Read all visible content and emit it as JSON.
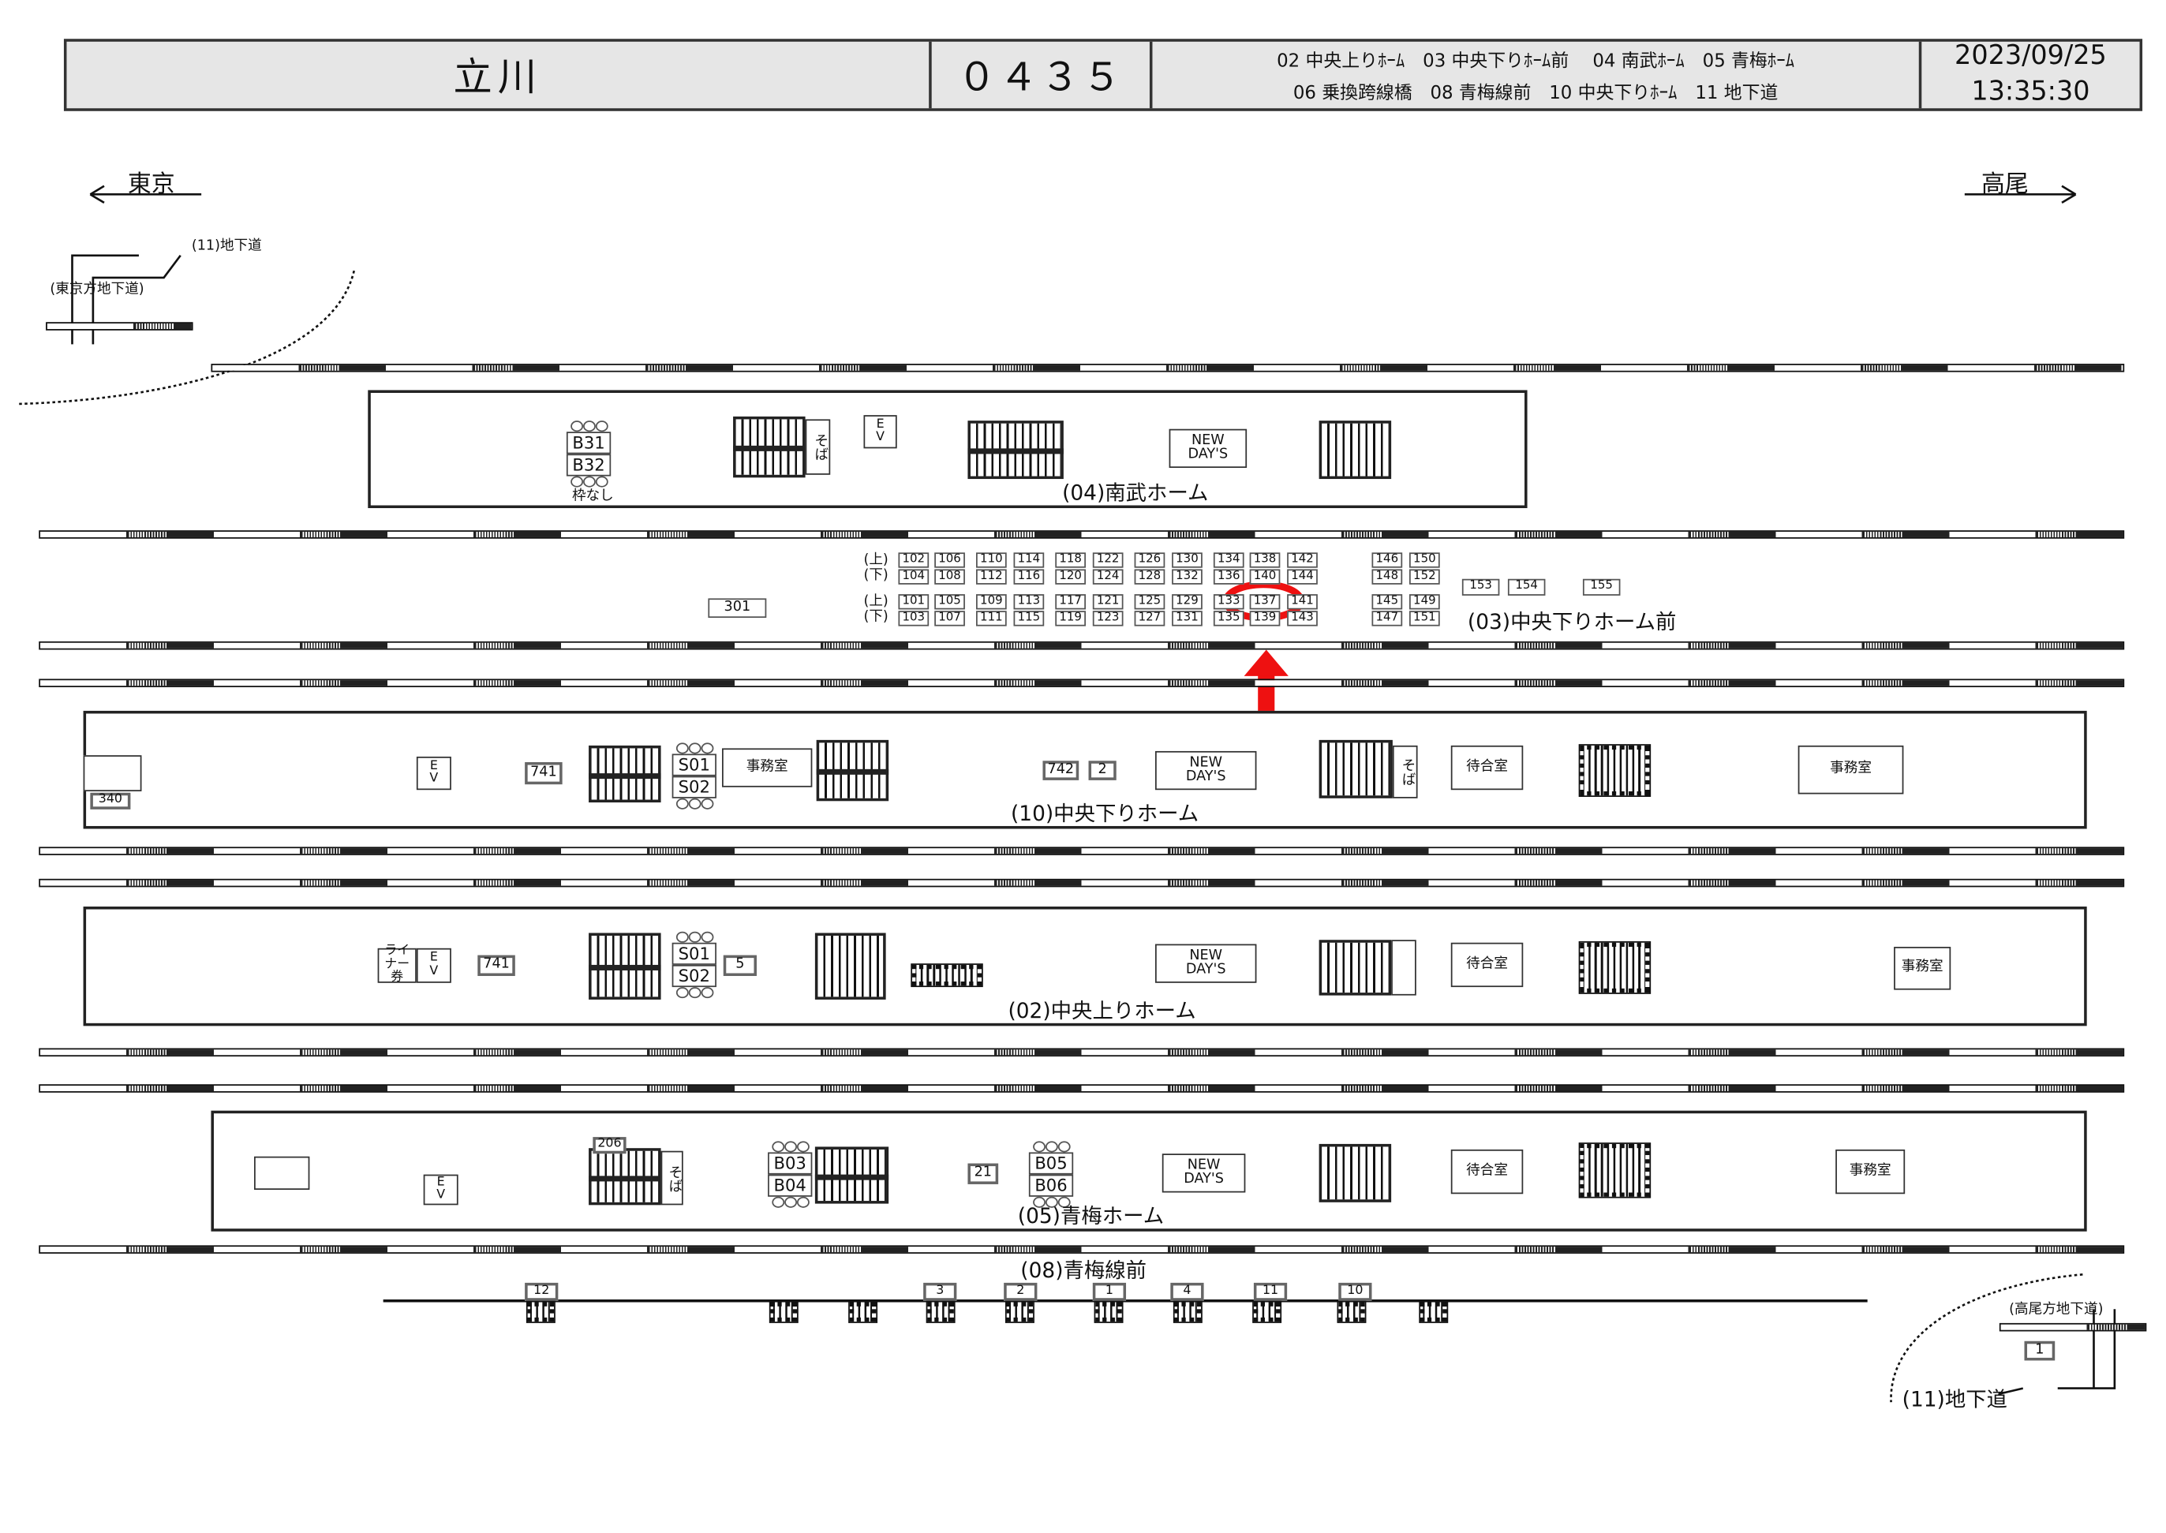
{
  "header": {
    "station": "立川",
    "code": "０４３５",
    "legend_line1": "02 中央上りﾎｰﾑ　03 中央下りﾎｰﾑ前　 04 南武ﾎｰﾑ　05 青梅ﾎｰﾑ",
    "legend_line2": "06 乗換跨線橋　08 青梅線前　10 中央下りﾎｰﾑ　11 地下道",
    "date": "2023/09/25",
    "time": "13:35:30"
  },
  "directions": {
    "left": "東京",
    "right": "高尾"
  },
  "underpass": {
    "tokyo_label": "(11)地下道",
    "tokyo_side": "(東京方地下道)",
    "takao_side": "(高尾方地下道)",
    "takao_label": "(11)地下道",
    "takao_box": "1"
  },
  "platforms": {
    "nambu": {
      "label": "(04)南武ホーム",
      "pillar_top": "B31",
      "pillar_bottom": "B32",
      "no_frame": "枠なし",
      "soba": "そば",
      "ev": "E V",
      "newdays": "NEW DAY'S"
    },
    "chuo_down_front": {
      "label": "(03)中央下りホーム前",
      "up_mark": "(上)",
      "down_mark": "(下)",
      "extra": [
        "153",
        "154",
        "155"
      ],
      "panel_301": "301",
      "rows": [
        [
          "102",
          "106",
          "110",
          "114",
          "118",
          "122",
          "126",
          "130",
          "134",
          "138",
          "142",
          "146",
          "150"
        ],
        [
          "104",
          "108",
          "112",
          "116",
          "120",
          "124",
          "128",
          "132",
          "136",
          "140",
          "144",
          "148",
          "152"
        ],
        [
          "101",
          "105",
          "109",
          "113",
          "117",
          "121",
          "125",
          "129",
          "133",
          "137",
          "141",
          "145",
          "149"
        ],
        [
          "103",
          "107",
          "111",
          "115",
          "119",
          "123",
          "127",
          "131",
          "135",
          "139",
          "143",
          "147",
          "151"
        ]
      ],
      "highlighted": "137"
    },
    "chuo_down": {
      "label": "(10)中央下りホーム",
      "b340": "340",
      "ev": "E V",
      "b741": "741",
      "s01": "S01",
      "s02": "S02",
      "office": "事務室",
      "b742": "742",
      "b2": "2",
      "newdays": "NEW DAY'S",
      "soba": "そば",
      "waiting": "待合室",
      "office2": "事務室"
    },
    "chuo_up": {
      "label": "(02)中央上りホーム",
      "liner": "ライナー券",
      "ev": "E V",
      "b741": "741",
      "s01": "S01",
      "s02": "S02",
      "b5": "5",
      "newdays": "NEW DAY'S",
      "waiting": "待合室",
      "office": "事務室"
    },
    "ome": {
      "label": "(05)青梅ホーム",
      "ev": "E V",
      "b206": "206",
      "soba": "そば",
      "b03": "B03",
      "b04": "B04",
      "b21": "21",
      "b05": "B05",
      "b06": "B06",
      "newdays": "NEW DAY'S",
      "waiting": "待合室",
      "office": "事務室"
    },
    "ome_front": {
      "label": "(08)青梅線前",
      "boxes": [
        "12",
        "3",
        "2",
        "1",
        "4",
        "11",
        "10"
      ]
    }
  },
  "colors": {
    "highlight": "#ee1111",
    "header_bg": "#e6e6e6"
  }
}
